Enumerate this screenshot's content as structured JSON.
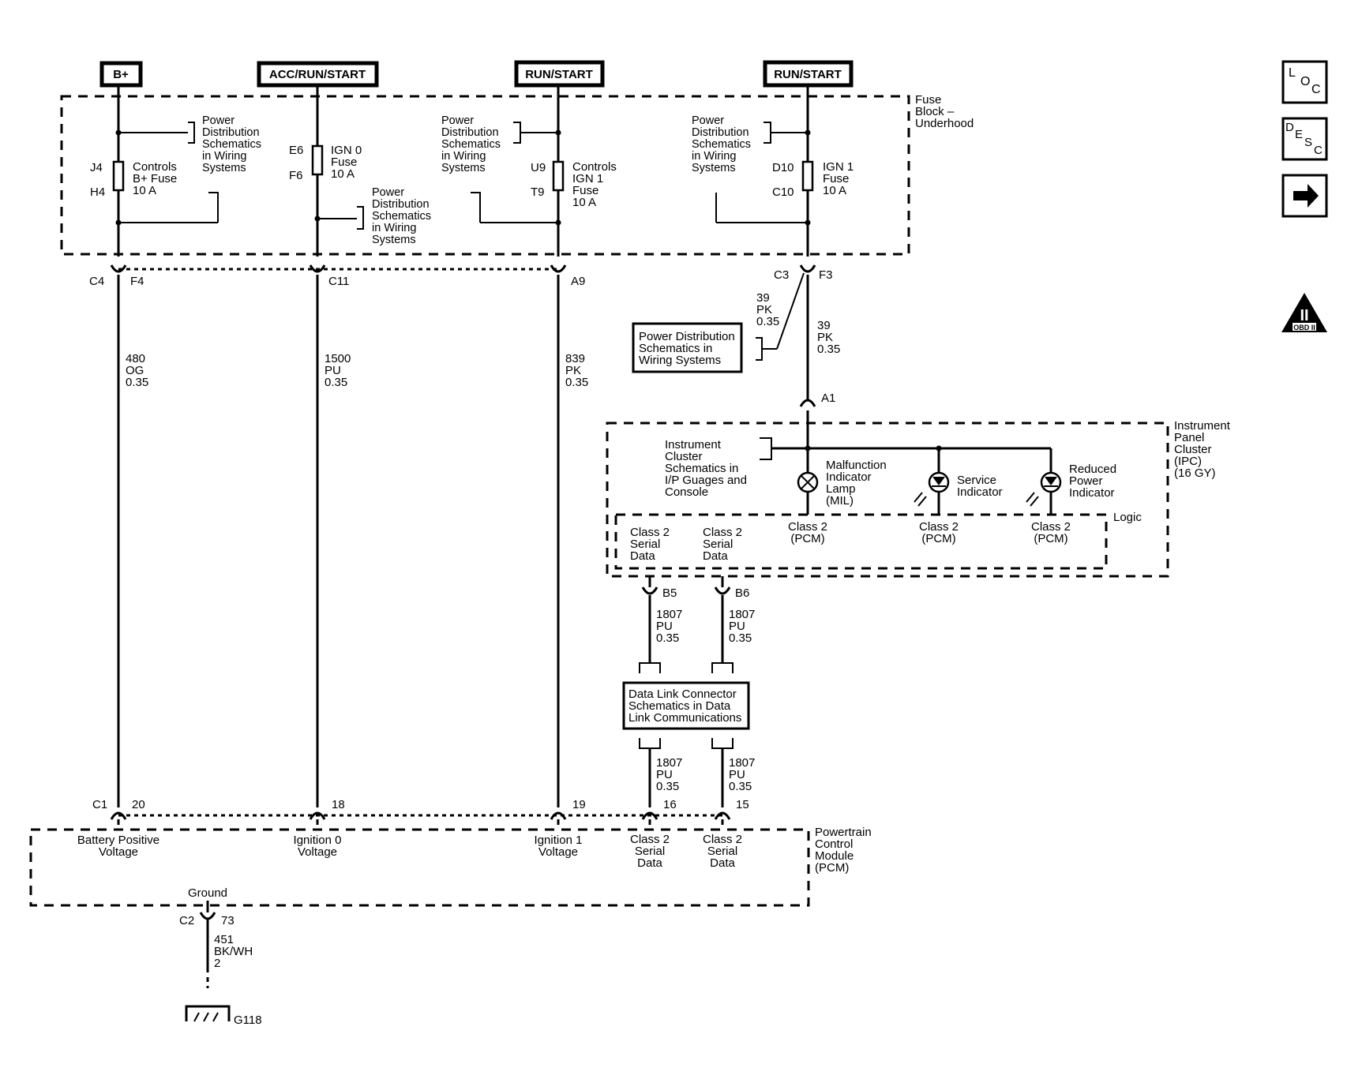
{
  "sources": {
    "bplus": "B+",
    "acc_run_start": "ACC/RUN/START",
    "run_start_1": "RUN/START",
    "run_start_2": "RUN/START"
  },
  "fuse_block": [
    "Fuse",
    "Block –",
    "Underhood"
  ],
  "power_dist": [
    "Power",
    "Distribution",
    "Schematics",
    "in Wiring",
    "Systems"
  ],
  "power_dist_box": [
    "Power Distribution",
    "Schematics in",
    "Wiring Systems"
  ],
  "fuses": {
    "controls_bplus": {
      "pin_top": "J4",
      "pin_bot": "H4",
      "label": [
        "Controls",
        "B+ Fuse",
        "10 A"
      ]
    },
    "ign0": {
      "pin_top": "E6",
      "pin_bot": "F6",
      "label": [
        "IGN 0",
        "Fuse",
        "10 A"
      ]
    },
    "controls_ign1": {
      "pin_top": "U9",
      "pin_bot": "T9",
      "label": [
        "Controls",
        "IGN 1",
        "Fuse",
        "10 A"
      ]
    },
    "ign1": {
      "pin_top": "D10",
      "pin_bot": "C10",
      "label": [
        "IGN 1",
        "Fuse",
        "10 A"
      ]
    }
  },
  "connectors": {
    "c4": "C4",
    "f4": "F4",
    "c11": "C11",
    "a9": "A9",
    "c3": "C3",
    "f3": "F3",
    "a1": "A1",
    "b5": "B5",
    "b6": "B6",
    "c1": "C1",
    "pin20": "20",
    "pin18": "18",
    "pin19": "19",
    "pin16": "16",
    "pin15": "15",
    "c2": "C2",
    "pin73": "73"
  },
  "wires": {
    "w480": [
      "480",
      "OG",
      "0.35"
    ],
    "w1500": [
      "1500",
      "PU",
      "0.35"
    ],
    "w839": [
      "839",
      "PK",
      "0.35"
    ],
    "w39a": [
      "39",
      "PK",
      "0.35"
    ],
    "w39b": [
      "39",
      "PK",
      "0.35"
    ],
    "w1807_b5": [
      "1807",
      "PU",
      "0.35"
    ],
    "w1807_b6": [
      "1807",
      "PU",
      "0.35"
    ],
    "w1807_16": [
      "1807",
      "PU",
      "0.35"
    ],
    "w1807_15": [
      "1807",
      "PU",
      "0.35"
    ],
    "w451": [
      "451",
      "BK/WH",
      "2"
    ]
  },
  "ipc": {
    "title": [
      "Instrument",
      "Panel",
      "Cluster",
      "(IPC)",
      "(16 GY)"
    ],
    "schematics": [
      "Instrument",
      "Cluster",
      "Schematics in",
      "I/P Guages and",
      "Console"
    ],
    "mil": [
      "Malfunction",
      "Indicator",
      "Lamp",
      "(MIL)"
    ],
    "service": [
      "Service",
      "Indicator"
    ],
    "reduced": [
      "Reduced",
      "Power",
      "Indicator"
    ],
    "logic": "Logic",
    "class2_serial": [
      "Class 2",
      "Serial",
      "Data"
    ],
    "class2_pcm": [
      "Class 2",
      "(PCM)"
    ]
  },
  "dlc_box": [
    "Data Link Connector",
    "Schematics in Data",
    "Link Communications"
  ],
  "pcm": {
    "title": [
      "Powertrain",
      "Control",
      "Module",
      "(PCM)"
    ],
    "battery": [
      "Battery Positive",
      "Voltage"
    ],
    "ign0": [
      "Ignition 0",
      "Voltage"
    ],
    "ign1": [
      "Ignition 1",
      "Voltage"
    ],
    "class2": [
      "Class 2",
      "Serial",
      "Data"
    ],
    "ground": "Ground"
  },
  "ground_id": "G118",
  "side_icons": {
    "loc": [
      "L",
      "O",
      "C"
    ],
    "desc": [
      "D",
      "E",
      "S",
      "C"
    ],
    "obd": [
      "II",
      "OBD II"
    ]
  }
}
